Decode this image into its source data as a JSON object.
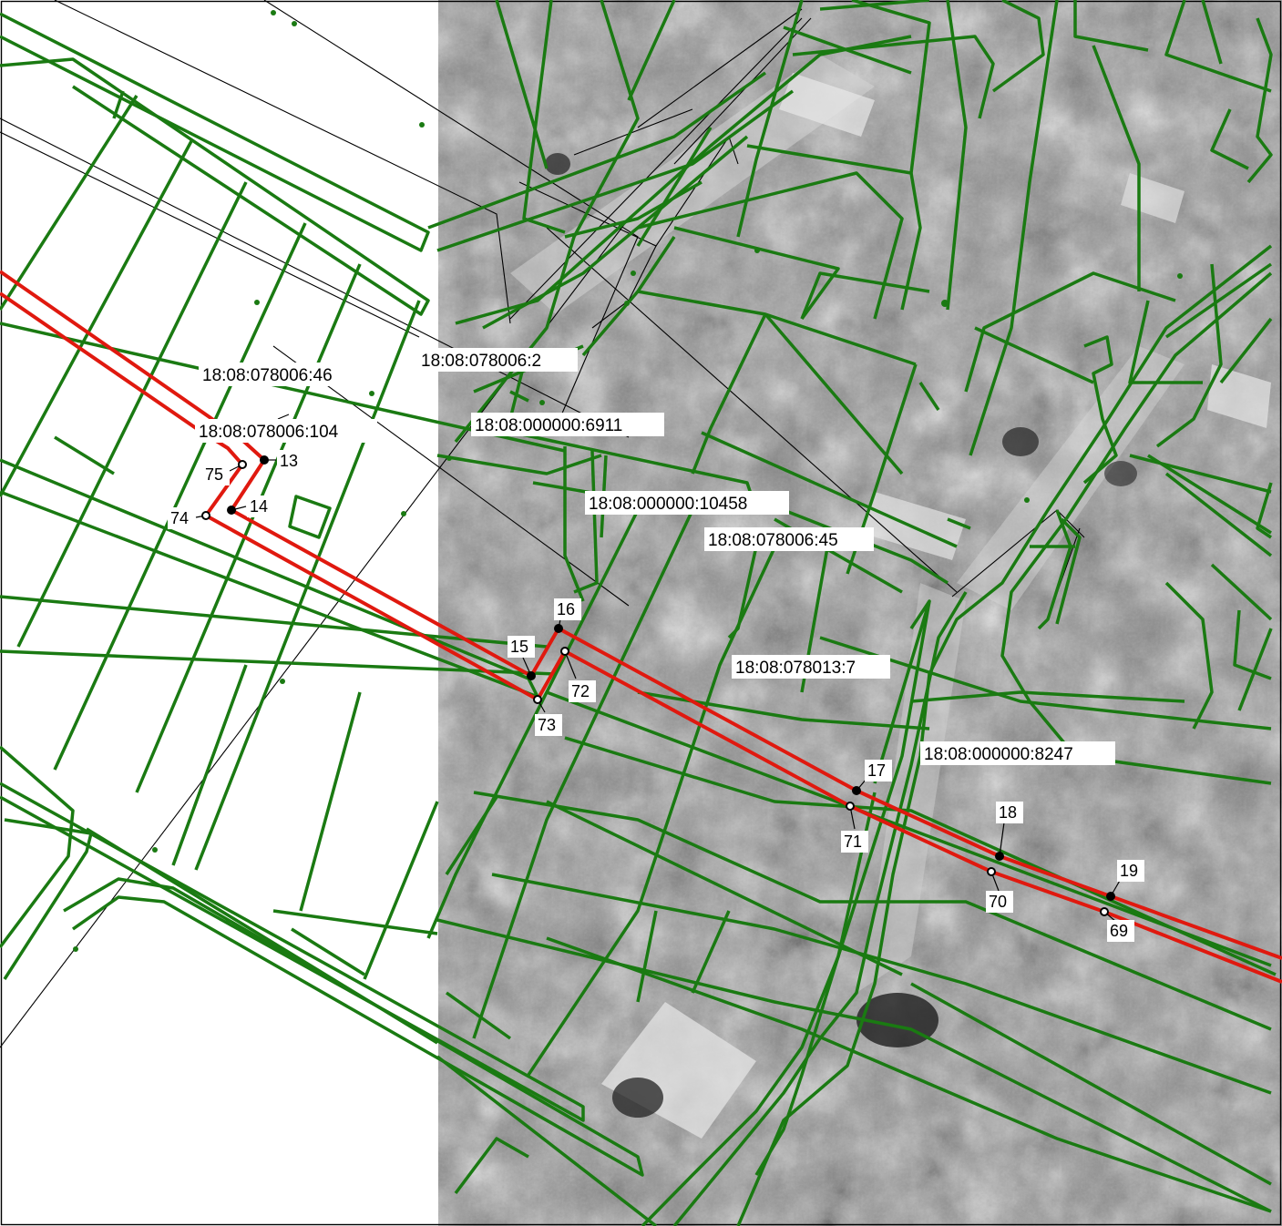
{
  "colors": {
    "parcel_boundary": "#1a7a12",
    "route": "#e0190f",
    "route_point": "#000000",
    "survey_line": "#000000",
    "aerial_base": "#8f8f8f",
    "label_background": "#ffffff"
  },
  "parcel_labels": [
    {
      "id": "p46",
      "text": "18:08:078006:46"
    },
    {
      "id": "p104",
      "text": "18:08:078006:104"
    },
    {
      "id": "p2",
      "text": "18:08:078006:2"
    },
    {
      "id": "p6911",
      "text": "18:08:000000:6911"
    },
    {
      "id": "p10458",
      "text": "18:08:000000:10458"
    },
    {
      "id": "p45",
      "text": "18:08:078006:45"
    },
    {
      "id": "p7",
      "text": "18:08:078013:7"
    },
    {
      "id": "p8247",
      "text": "18:08:000000:8247"
    }
  ],
  "route_points": [
    {
      "id": "13",
      "text": "13"
    },
    {
      "id": "14",
      "text": "14"
    },
    {
      "id": "15",
      "text": "15"
    },
    {
      "id": "16",
      "text": "16"
    },
    {
      "id": "17",
      "text": "17"
    },
    {
      "id": "18",
      "text": "18"
    },
    {
      "id": "19",
      "text": "19"
    },
    {
      "id": "69",
      "text": "69"
    },
    {
      "id": "70",
      "text": "70"
    },
    {
      "id": "71",
      "text": "71"
    },
    {
      "id": "72",
      "text": "72"
    },
    {
      "id": "73",
      "text": "73"
    },
    {
      "id": "74",
      "text": "74"
    },
    {
      "id": "75",
      "text": "75"
    }
  ]
}
